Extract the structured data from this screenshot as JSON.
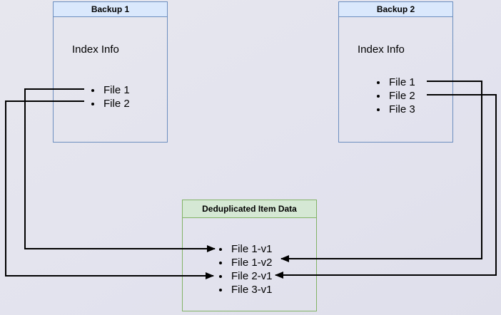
{
  "diagram": {
    "backup1": {
      "title": "Backup 1",
      "label": "Index Info",
      "files": [
        "File 1",
        "File 2"
      ]
    },
    "backup2": {
      "title": "Backup 2",
      "label": "Index Info",
      "files": [
        "File 1",
        "File 2",
        "File 3"
      ]
    },
    "dedup": {
      "title": "Deduplicated Item Data",
      "items": [
        "File 1-v1",
        "File 1-v2",
        "File 2-v1",
        "File 3-v1"
      ]
    },
    "connections": [
      {
        "from": "Backup 1 / File 1",
        "to": "File 1-v1"
      },
      {
        "from": "Backup 1 / File 2",
        "to": "File 2-v1"
      },
      {
        "from": "Backup 2 / File 1",
        "to": "File 1-v2"
      },
      {
        "from": "Backup 2 / File 2",
        "to": "File 2-v1"
      }
    ],
    "colors": {
      "background": "#e3e3ee",
      "blue_header_fill": "#dae8fc",
      "blue_border": "#6c8ebf",
      "green_header_fill": "#d5e8d4",
      "green_border": "#82b366",
      "connector": "#000000",
      "text": "#000000"
    }
  }
}
